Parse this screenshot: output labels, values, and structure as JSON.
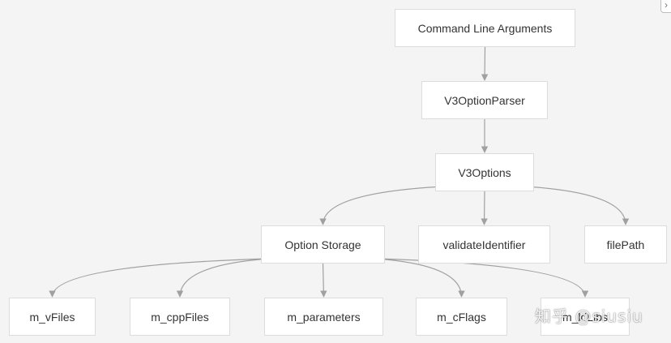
{
  "diagram": {
    "nodes": [
      {
        "id": "cli",
        "label": "Command Line Arguments"
      },
      {
        "id": "parser",
        "label": "V3OptionParser"
      },
      {
        "id": "options",
        "label": "V3Options"
      },
      {
        "id": "storage",
        "label": "Option Storage"
      },
      {
        "id": "validate",
        "label": "validateIdentifier"
      },
      {
        "id": "filepath",
        "label": "filePath"
      },
      {
        "id": "vfiles",
        "label": "m_vFiles"
      },
      {
        "id": "cppfiles",
        "label": "m_cppFiles"
      },
      {
        "id": "params",
        "label": "m_parameters"
      },
      {
        "id": "cflags",
        "label": "m_cFlags"
      },
      {
        "id": "ldlibs",
        "label": "m_ldLibs"
      }
    ],
    "edges": [
      {
        "from": "cli",
        "to": "parser"
      },
      {
        "from": "parser",
        "to": "options"
      },
      {
        "from": "options",
        "to": "storage"
      },
      {
        "from": "options",
        "to": "validate"
      },
      {
        "from": "options",
        "to": "filepath"
      },
      {
        "from": "storage",
        "to": "vfiles"
      },
      {
        "from": "storage",
        "to": "cppfiles"
      },
      {
        "from": "storage",
        "to": "params"
      },
      {
        "from": "storage",
        "to": "cflags"
      },
      {
        "from": "storage",
        "to": "ldlibs"
      }
    ]
  },
  "watermark": "知乎 @siusiu",
  "corner_toggle_icon": "chevron-right-icon",
  "colors": {
    "background": "#f4f4f4",
    "node_fill": "#ffffff",
    "node_border": "#dcdcdc",
    "edge": "#a0a0a0",
    "text": "#333333"
  }
}
